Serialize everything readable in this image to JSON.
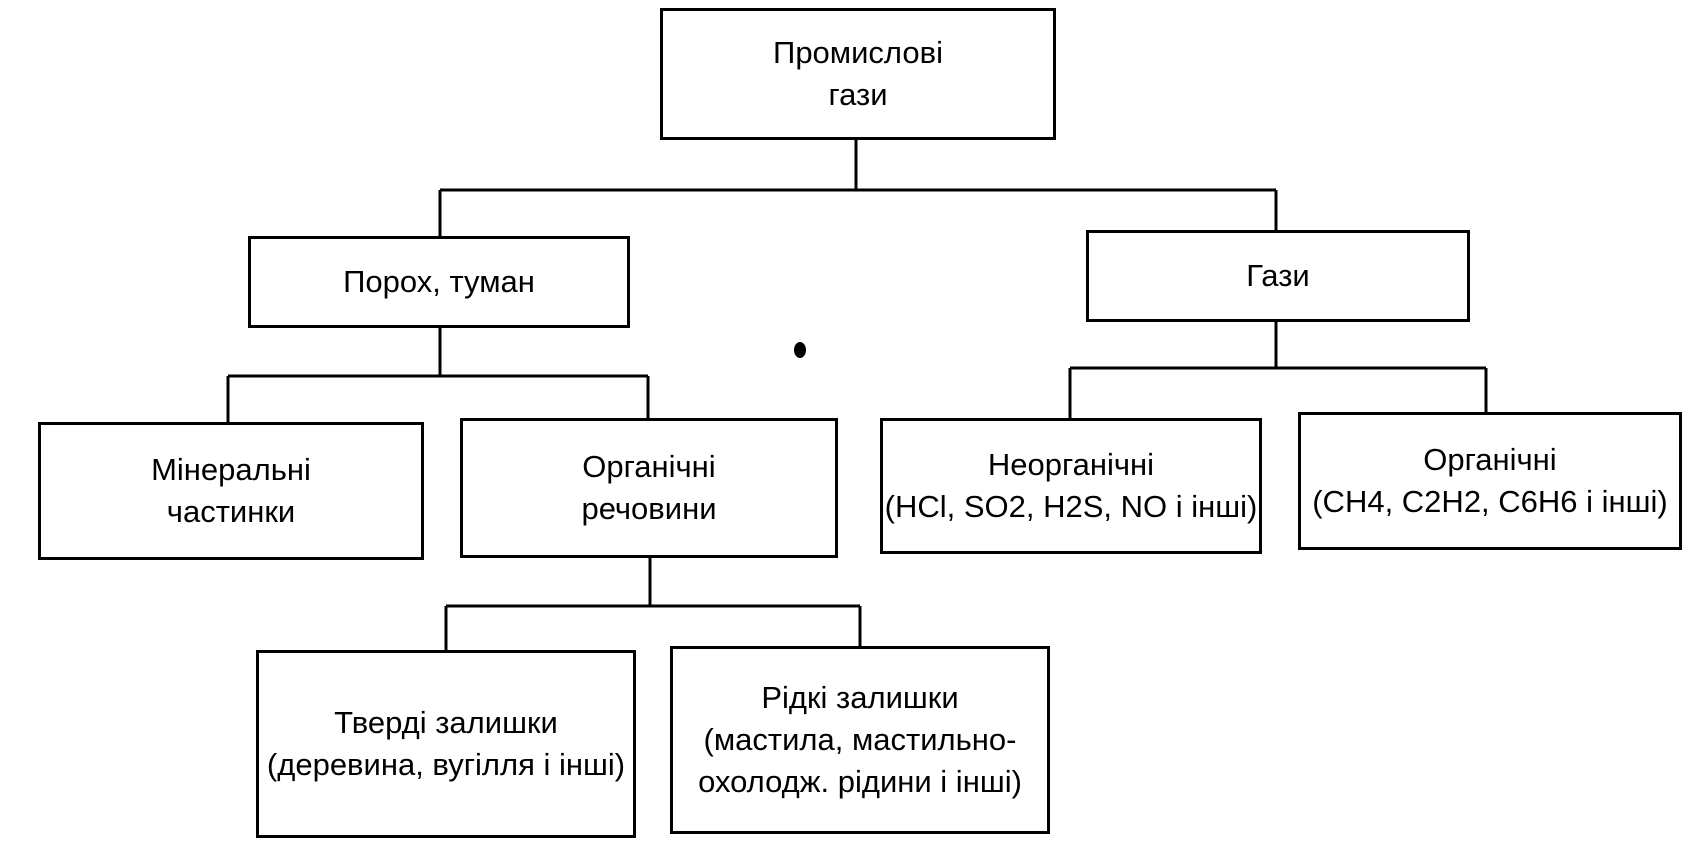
{
  "diagram": {
    "nodes": [
      {
        "id": "root",
        "lines": [
          "Промислові",
          "гази"
        ]
      },
      {
        "id": "dust",
        "lines": [
          "Порох, туман"
        ]
      },
      {
        "id": "gases",
        "lines": [
          "Гази"
        ]
      },
      {
        "id": "mineral",
        "lines": [
          "Мінеральні",
          "частинки"
        ]
      },
      {
        "id": "organic-substances",
        "lines": [
          "Органічні",
          "речовини"
        ]
      },
      {
        "id": "inorganic-gases",
        "lines": [
          "Неорганічні",
          "(HCl, SO2, H2S, NO і інші)"
        ]
      },
      {
        "id": "organic-gases",
        "lines": [
          "Органічні",
          "(CH4, C2H2, C6H6 і інші)"
        ]
      },
      {
        "id": "solid-residues",
        "lines": [
          "Тверді залишки",
          "(деревина, вугілля і інші)"
        ]
      },
      {
        "id": "liquid-residues",
        "lines": [
          "Рідкі залишки",
          "(мастила, мастильно-",
          "охолодж. рідини і інші)"
        ]
      }
    ],
    "edges": [
      {
        "from": "root",
        "to": "dust"
      },
      {
        "from": "root",
        "to": "gases"
      },
      {
        "from": "dust",
        "to": "mineral"
      },
      {
        "from": "dust",
        "to": "organic-substances"
      },
      {
        "from": "gases",
        "to": "inorganic-gases"
      },
      {
        "from": "gases",
        "to": "organic-gases"
      },
      {
        "from": "organic-substances",
        "to": "solid-residues"
      },
      {
        "from": "organic-substances",
        "to": "liquid-residues"
      }
    ]
  }
}
